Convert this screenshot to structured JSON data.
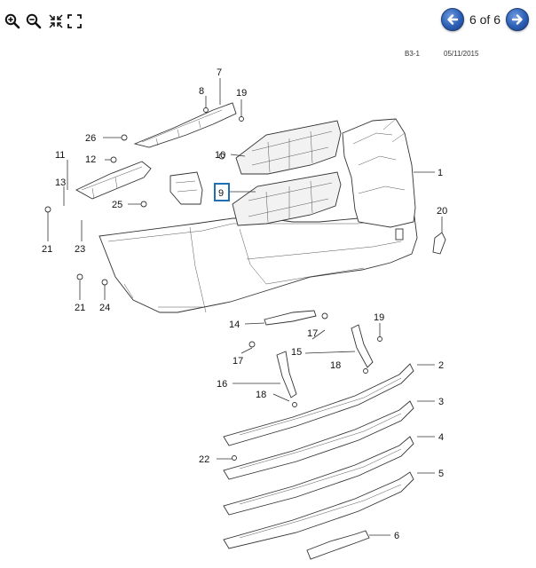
{
  "toolbar": {
    "zoom_in_icon": "zoom-in-icon",
    "zoom_out_icon": "zoom-out-icon",
    "fit_icon": "fit-page-icon",
    "fullscreen_icon": "fullscreen-icon"
  },
  "navigation": {
    "page_indicator": "6 of 6",
    "prev_icon": "arrow-left-icon",
    "next_icon": "arrow-right-icon",
    "accent_color": "#2c5fb4"
  },
  "document": {
    "section_code": "B3-1",
    "date": "05/11/2015"
  },
  "callouts": {
    "c1": "1",
    "c2": "2",
    "c3": "3",
    "c4": "4",
    "c5": "5",
    "c6": "6",
    "c7": "7",
    "c8": "8",
    "c9": "9",
    "c10": "10",
    "c11": "11",
    "c12": "12",
    "c13": "13",
    "c14": "14",
    "c15": "15",
    "c16": "16",
    "c17a": "17",
    "c17b": "17",
    "c18a": "18",
    "c18b": "18",
    "c19a": "19",
    "c19b": "19",
    "c20": "20",
    "c21a": "21",
    "c21b": "21",
    "c22": "22",
    "c23": "23",
    "c24": "24",
    "c25": "25",
    "c26": "26"
  },
  "highlight": {
    "callout": "9",
    "color": "#1f6fb5"
  }
}
